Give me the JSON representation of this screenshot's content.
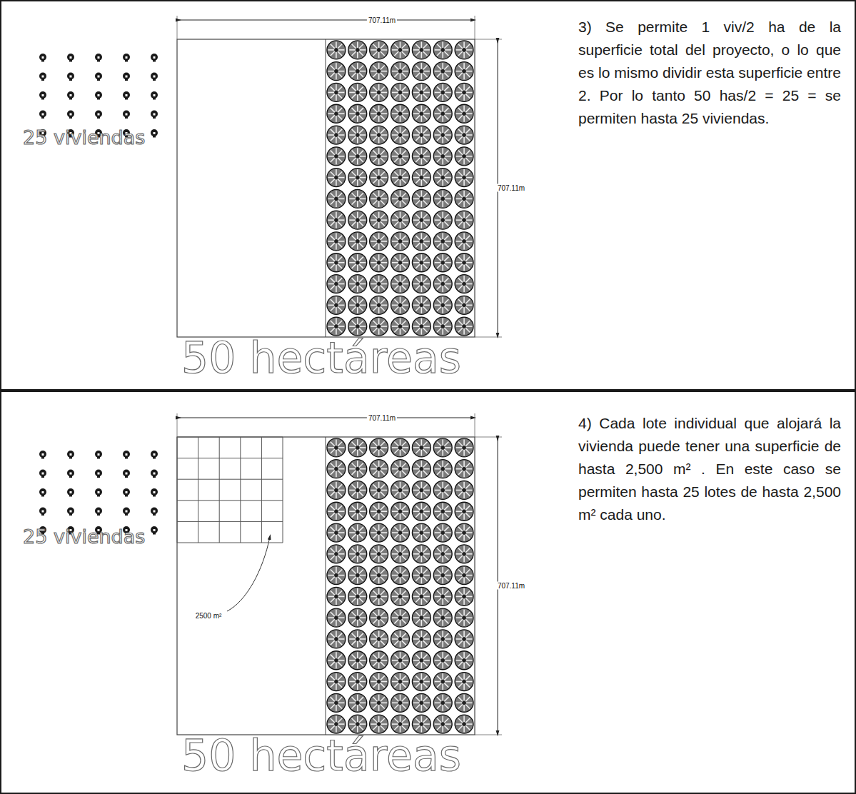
{
  "diagram": {
    "nodes": [
      {
        "text": [
          "25 viviendas",
          "50 hectáreas",
          "3) Se permite 1 viv/2 ha de la superficie total del proyecto, o lo que es lo mismo dividir esta superficie entre 2. Por lo tanto 50 has/2 = 25 = se permiten hasta 25 viviendas."
        ]
      },
      {
        "text": [
          "25 viviendas",
          "50 hectáreas",
          "4) Cada lote individual que alojará la vivienda puede tener una superficie de hasta 2,500 m² . En este caso se permiten hasta 25 lotes de hasta 2,500 m² cada uno."
        ]
      }
    ],
    "labels": [
      "707.11m",
      "707.11m",
      "707.11m",
      "2500 m²",
      "707.11m"
    ]
  }
}
